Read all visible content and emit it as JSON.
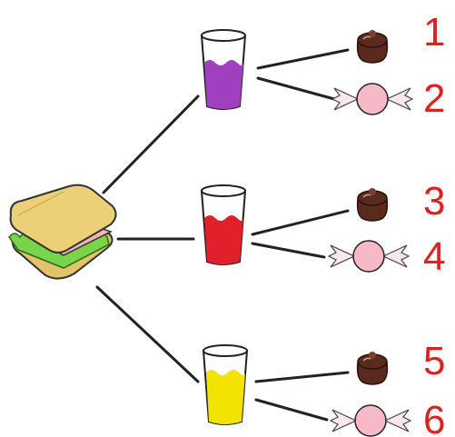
{
  "root": {
    "icon": "sandwich-icon"
  },
  "drinks": [
    {
      "icon": "cup-icon",
      "liquid_color": "#a040c0",
      "outcomes": [
        {
          "icon": "chocolate-icon",
          "label": "1"
        },
        {
          "icon": "candy-icon",
          "label": "2"
        }
      ]
    },
    {
      "icon": "cup-icon",
      "liquid_color": "#e0202a",
      "outcomes": [
        {
          "icon": "chocolate-icon",
          "label": "3"
        },
        {
          "icon": "candy-icon",
          "label": "4"
        }
      ]
    },
    {
      "icon": "cup-icon",
      "liquid_color": "#f2e400",
      "outcomes": [
        {
          "icon": "chocolate-icon",
          "label": "5"
        },
        {
          "icon": "candy-icon",
          "label": "6"
        }
      ]
    }
  ],
  "colors": {
    "line": "#222222",
    "number": "#e02020",
    "chocolate": "#5a2a1c",
    "candy": "#f7b8c8"
  }
}
